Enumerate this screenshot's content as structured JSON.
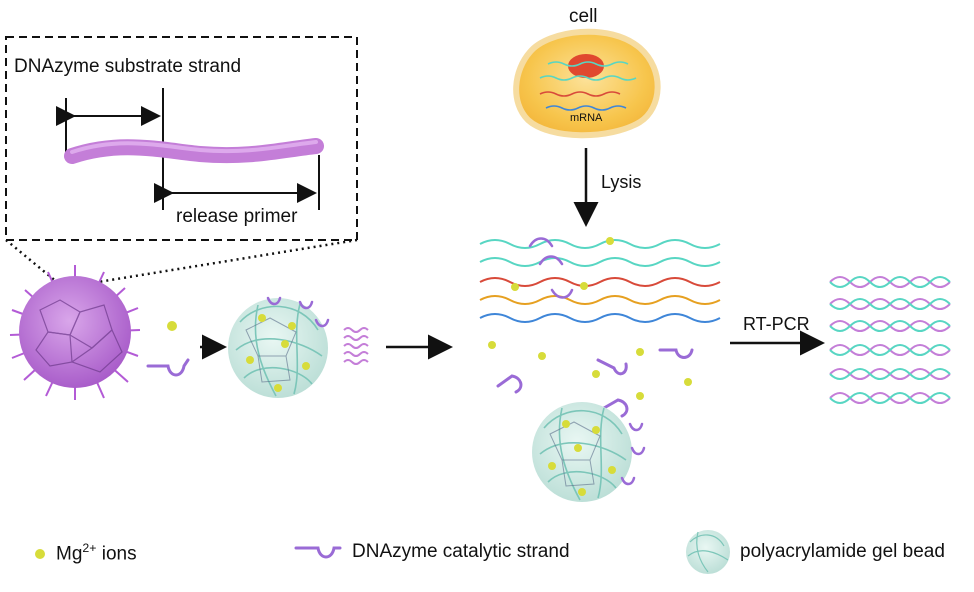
{
  "diagram": {
    "inset": {
      "substrate_label": "DNAzyme substrate strand",
      "primer_label": "release primer"
    },
    "cell": {
      "label": "cell",
      "mrna_label": "mRNA"
    },
    "steps": {
      "lysis": "Lysis",
      "rtpcr": "RT-PCR"
    },
    "legend": {
      "mg_base": "Mg",
      "mg_sup": "2+",
      "mg_suffix": " ions",
      "catalytic_label": "DNAzyme catalytic strand",
      "bead_label": "polyacrylamide gel bead"
    },
    "colors": {
      "substrate": "#c47ed8",
      "strand": "#9a6bd6",
      "mg_ion": "#d7dc3a",
      "bead_mesh": "#8fd3c8",
      "mrna_teal": "#58d6c3",
      "mrna_red": "#d84a3a",
      "mrna_orange": "#e6a021",
      "mrna_blue": "#3f86d8",
      "cell_fill": "#f7c54c",
      "nucleus": "#e0482f"
    }
  }
}
